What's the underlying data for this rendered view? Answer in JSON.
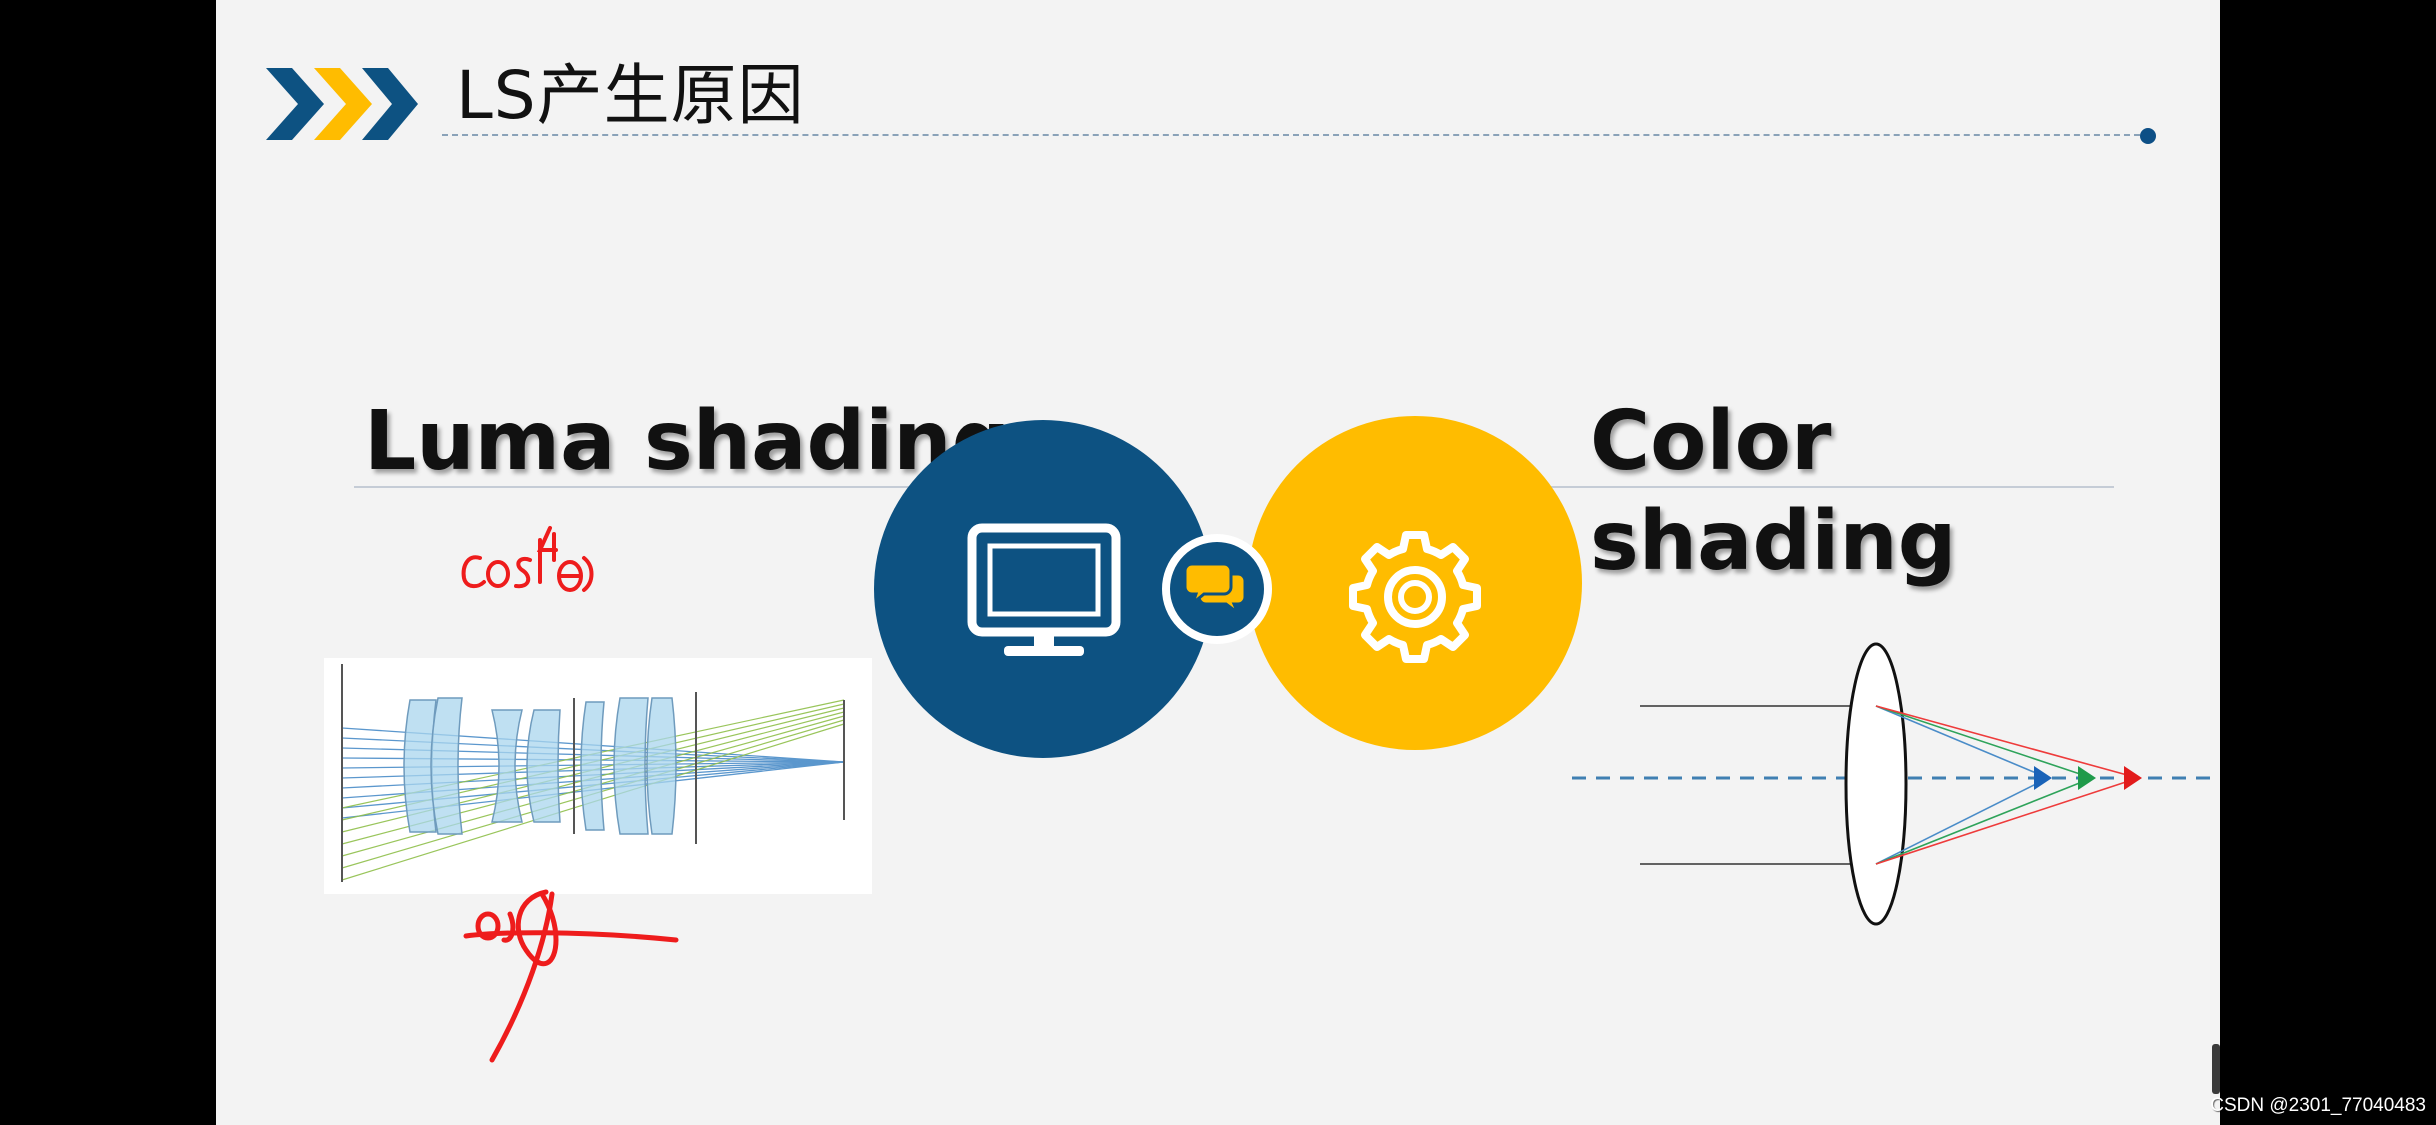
{
  "slide": {
    "title": "LS产生原因",
    "left_heading": "Luma shading",
    "right_heading": "Color shading",
    "handwritten_annotation": "cos⁴θ"
  },
  "colors": {
    "accent_blue": "#0d5282",
    "accent_yellow": "#ffbc00",
    "annotation_red": "#ee1c1c",
    "slide_background": "#f3f3f3"
  },
  "icons": {
    "title_decoration": "chevrons-icon",
    "left_circle": "monitor-icon",
    "center_circle": "chat-bubbles-icon",
    "right_circle": "gear-icon"
  },
  "watermark": "CSDN @2301_77040483"
}
